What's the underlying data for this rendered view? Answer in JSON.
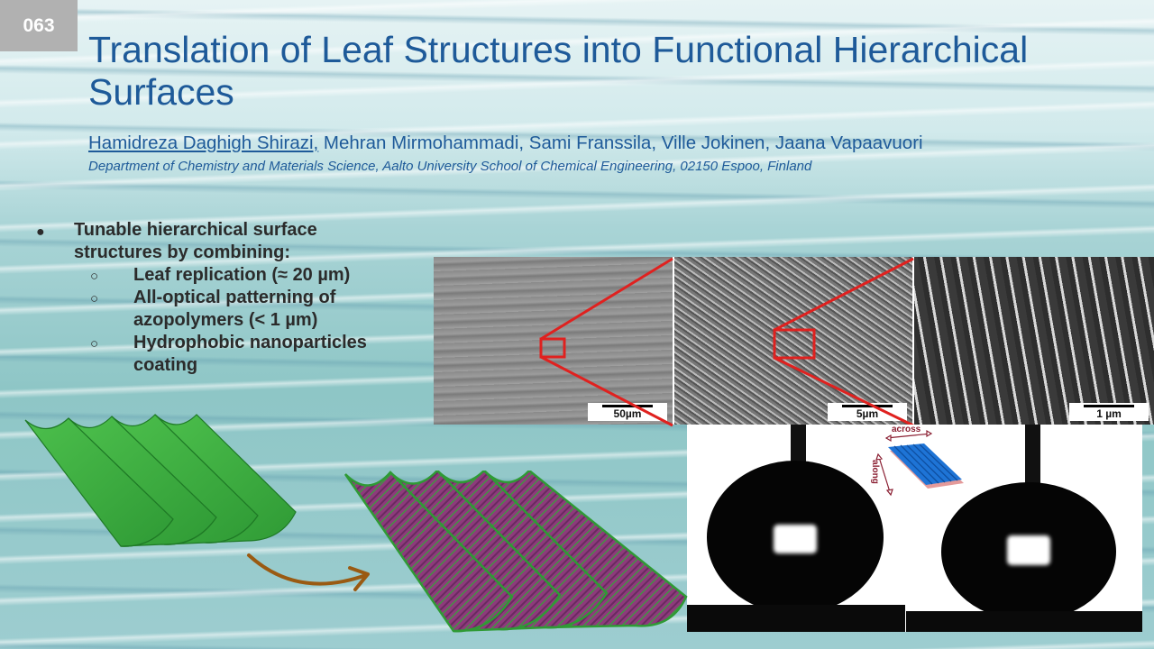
{
  "slide": {
    "number": "063",
    "title": "Translation of Leaf Structures into Functional Hierarchical Surfaces",
    "authors": {
      "presenter": "Hamidreza Daghigh Shirazi,",
      "others": " Mehran Mirmohammadi, Sami Franssila, Ville Jokinen, Jaana Vapaavuori"
    },
    "affiliation": "Department of Chemistry and Materials Science, Aalto University School of Chemical Engineering, 02150 Espoo, Finland"
  },
  "bullets": {
    "main": "Tunable hierarchical surface structures by combining:",
    "main_marker": "●",
    "sub_marker": "○",
    "sub": [
      "Leaf replication (≈ 20 µm)",
      "All-optical patterning of azopolymers (< 1 µm)",
      "Hydrophobic nanoparticles coating"
    ]
  },
  "sem_images": [
    {
      "scale": "50µm"
    },
    {
      "scale": "5µm"
    },
    {
      "scale": "1 µm"
    }
  ],
  "inset": {
    "across_label": "across",
    "along_label": "along"
  },
  "colors": {
    "title": "#1e5a99",
    "slide_number_bg": "#b1b1b1",
    "zoom_box": "#e0211f",
    "leaf_green": "#3fae3f",
    "leaf_purple": "#8e3a7c",
    "arrow": "#9a5a12",
    "inset_blue": "#1e74d6"
  }
}
